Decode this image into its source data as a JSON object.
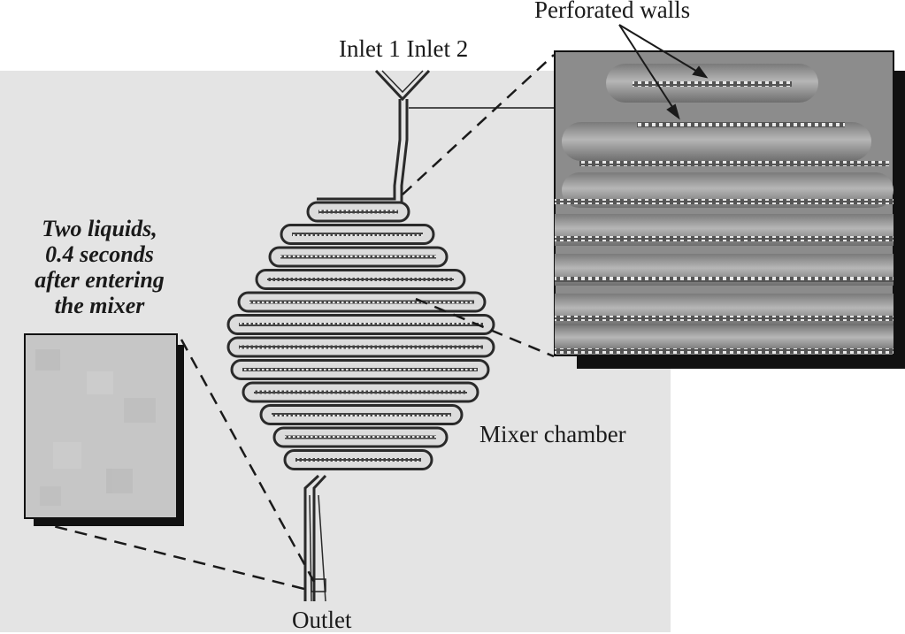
{
  "labels": {
    "perforated_walls": "Perforated walls",
    "inlets": "Inlet 1 Inlet 2",
    "mixer_chamber": "Mixer chamber",
    "outlet": "Outlet",
    "two_liquids": [
      "Two liquids,",
      "0.4 seconds",
      "after entering",
      "the mixer"
    ]
  },
  "colors": {
    "background_panel": "#e4e4e4",
    "channel_fill": "#dcdcdc",
    "channel_outline": "#2a2a2a",
    "zoom_panel": "#8a8a8a",
    "zoom_channel": "#a8a8a8",
    "shadow": "#111111",
    "sample_square": "#c4c4c4"
  },
  "diagram": {
    "serpentine_turns": 12,
    "zoom_channels": 9
  }
}
